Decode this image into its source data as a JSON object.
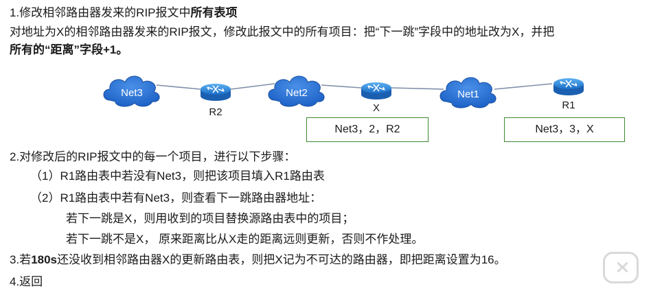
{
  "step1": {
    "title_prefix": "1.修改相邻路由器发来的RIP报文中",
    "title_bold": "所有表项",
    "desc_line1": "对地址为X的相邻路由器发来的RIP报文，修改此报文中的所有项目：把“下一跳”字段中的地址改为X，并把",
    "desc_line2": "所有的“距离”字段+1。"
  },
  "diagram": {
    "clouds": [
      "Net3",
      "Net2",
      "Net1"
    ],
    "routers": [
      "R2",
      "X",
      "R1"
    ],
    "table_x": "Net3，2，R2",
    "table_r1": "Net3，3，X",
    "colors": {
      "cloud": "#1f6ed4",
      "router": "#1b7ed8",
      "link": "#7f8ea8",
      "box_border": "#3c8a2e"
    }
  },
  "step2": {
    "title": "2.对修改后的RIP报文中的每一个项目，进行以下步骤：",
    "item1": "（1）R1路由表中若没有Net3，则把该项目填入R1路由表",
    "item2": "（2）R1路由表中若有Net3，则查看下一跳路由器地址：",
    "sub1": "若下一跳是X，则用收到的项目替换源路由表中的项目；",
    "sub2": "若下一跳不是X， 原来距离比从X走的距离远则更新，否则不作处理。"
  },
  "step3": {
    "prefix": "3.若",
    "bold": "180s",
    "suffix": "还没收到相邻路由器X的更新路由表，则把X记为不可达的路由器，即把距离设置为16。"
  },
  "step4": {
    "text": "4.返回"
  }
}
